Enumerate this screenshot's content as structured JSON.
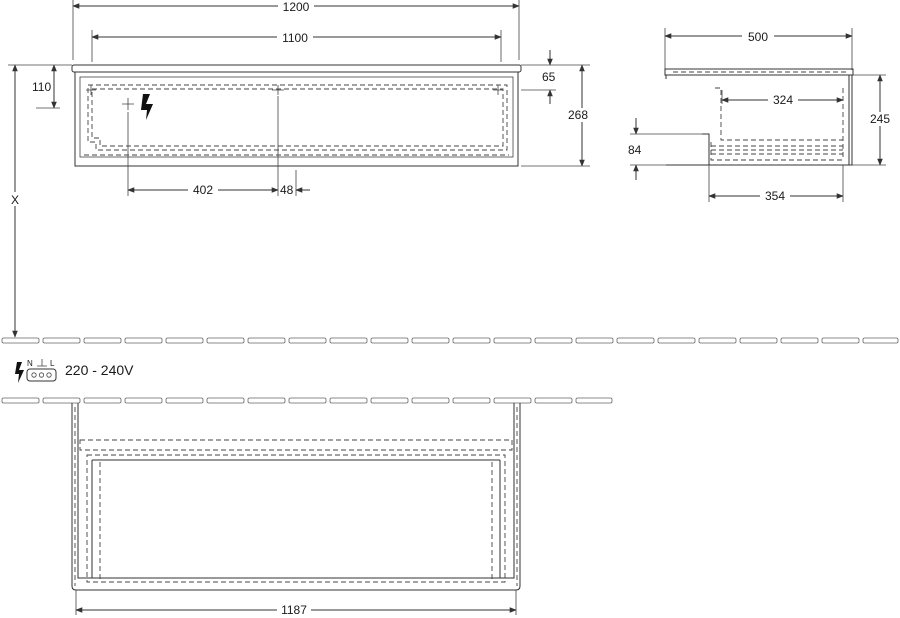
{
  "front_view": {
    "width_total": "1200",
    "width_inner": "1100",
    "height_total": "268",
    "offset_top": "65",
    "socket_height": "110",
    "distance_402": "402",
    "distance_48": "48",
    "height_variable": "X"
  },
  "side_view": {
    "depth_total": "500",
    "depth_drawer": "324",
    "depth_bottom": "354",
    "height_total": "245",
    "siphon_height": "84"
  },
  "electrical": {
    "voltage": "220 - 240V",
    "terminal_n": "N",
    "terminal_l": "L"
  },
  "top_view": {
    "width": "1187"
  }
}
